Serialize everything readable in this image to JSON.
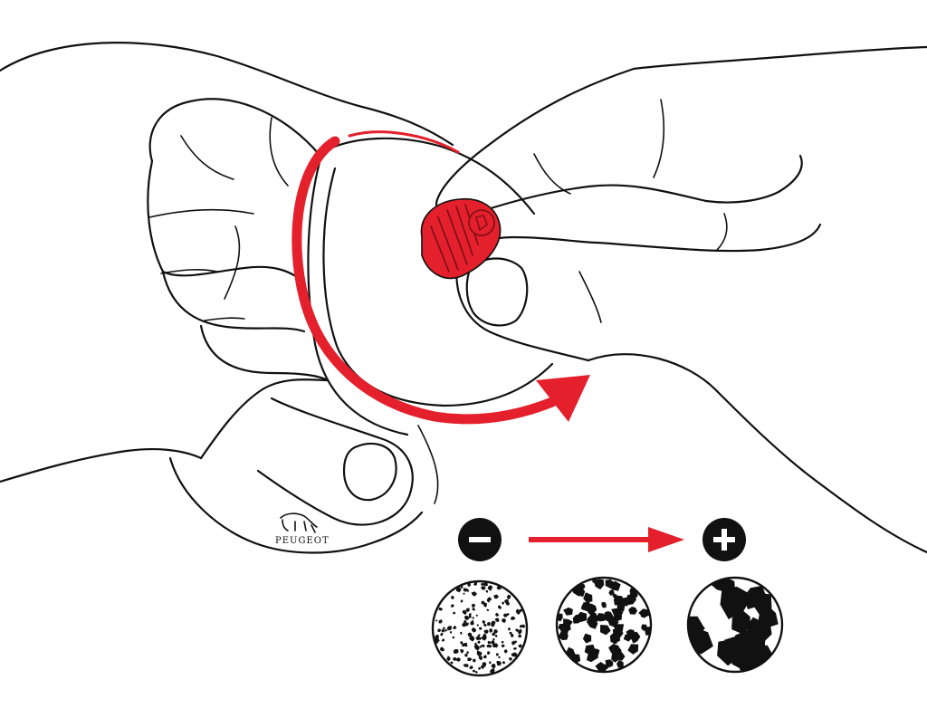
{
  "brand": {
    "text": "PEUGEOT"
  },
  "colors": {
    "accent": "#e3202c",
    "ink": "#111111",
    "background": "#ffffff"
  },
  "icons": {
    "coarseness_min": "minus-circle-icon",
    "coarseness_max": "plus-circle-icon",
    "direction": "arrow-right-icon",
    "rotation": "curved-arrow-icon"
  },
  "grind_levels": [
    {
      "name": "fine",
      "level": 1
    },
    {
      "name": "medium",
      "level": 2
    },
    {
      "name": "coarse",
      "level": 3
    }
  ]
}
